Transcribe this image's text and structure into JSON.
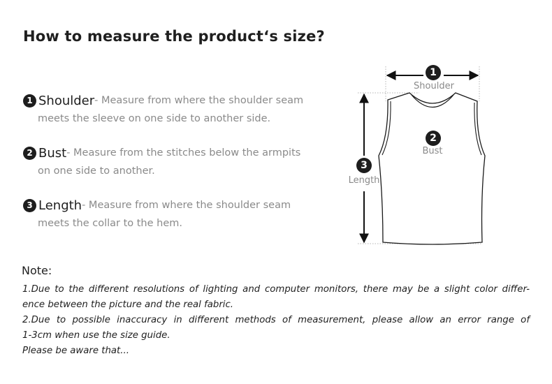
{
  "title": "How to measure the product‘s size?",
  "measurements": [
    {
      "number": "1",
      "name": "Shoulder",
      "desc_line1": "- Measure from where the shoulder seam",
      "desc_line2": "meets the sleeve on one side to another side."
    },
    {
      "number": "2",
      "name": "Bust",
      "desc_line1": "- Measure from the stitches below the armpits",
      "desc_line2": "on one side to another."
    },
    {
      "number": "3",
      "name": "Length",
      "desc_line1": "- Measure from where the shoulder seam",
      "desc_line2": "meets the collar to the hem."
    }
  ],
  "diagram": {
    "shoulder_number": "1",
    "shoulder_label": "Shoulder",
    "bust_number": "2",
    "bust_label": "Bust",
    "length_number": "3",
    "length_label": "Length",
    "icon": "tank-top-garment"
  },
  "note": {
    "title": "Note:",
    "lines": [
      "1.Due to the different resolutions of lighting and computer monitors, there may be a slight color differ-",
      "ence between the picture and the real fabric.",
      "2.Due to possible inaccuracy in different methods of measurement, please allow an error range of",
      "1-3cm when use the size guide.",
      "Please be aware that..."
    ]
  }
}
